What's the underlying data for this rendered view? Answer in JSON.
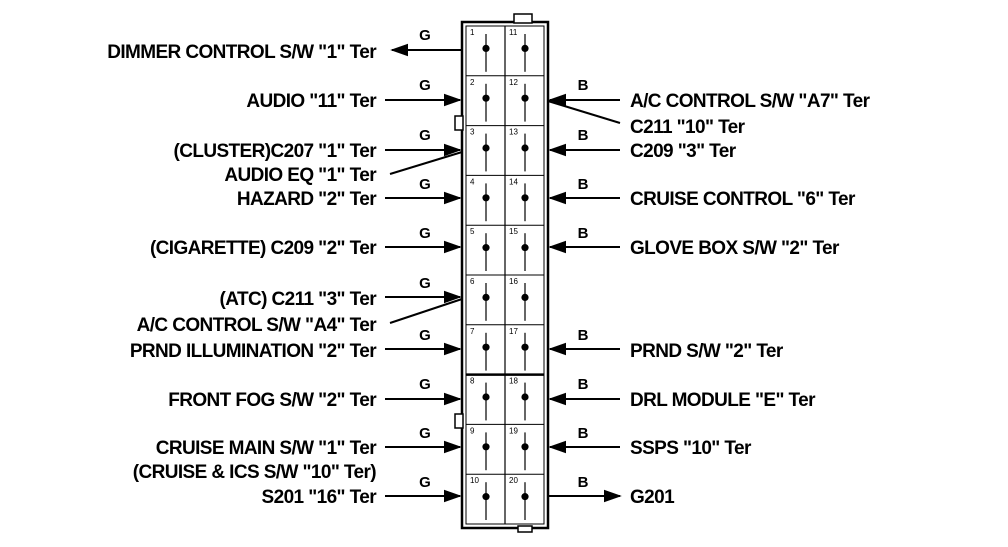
{
  "diagram": {
    "connector": {
      "pins": [
        "1",
        "11",
        "2",
        "12",
        "3",
        "13",
        "4",
        "14",
        "5",
        "15",
        "6",
        "16",
        "7",
        "17",
        "8",
        "18",
        "9",
        "19",
        "10",
        "20"
      ]
    },
    "wire_colors": {
      "left": "G",
      "right": "B"
    },
    "left_labels": [
      "DIMMER CONTROL S/W \"1\" Ter",
      "AUDIO \"11\" Ter",
      "(CLUSTER)C207 \"1\" Ter",
      "AUDIO EQ \"1\" Ter",
      "HAZARD \"2\" Ter",
      "(CIGARETTE) C209 \"2\" Ter",
      "(ATC) C211 \"3\" Ter",
      "A/C CONTROL S/W \"A4\" Ter",
      "PRND ILLUMINATION \"2\" Ter",
      "FRONT FOG S/W \"2\" Ter",
      "CRUISE MAIN S/W \"1\" Ter",
      "(CRUISE & ICS S/W \"10\" Ter)",
      "S201 \"16\" Ter"
    ],
    "right_labels": [
      "A/C CONTROL S/W \"A7\" Ter",
      "C211 \"10\" Ter",
      "C209 \"3\" Ter",
      "CRUISE CONTROL \"6\" Ter",
      "GLOVE BOX S/W \"2\" Ter",
      "PRND S/W \"2\" Ter",
      "DRL MODULE \"E\" Ter",
      "SSPS \"10\" Ter",
      "G201"
    ]
  }
}
